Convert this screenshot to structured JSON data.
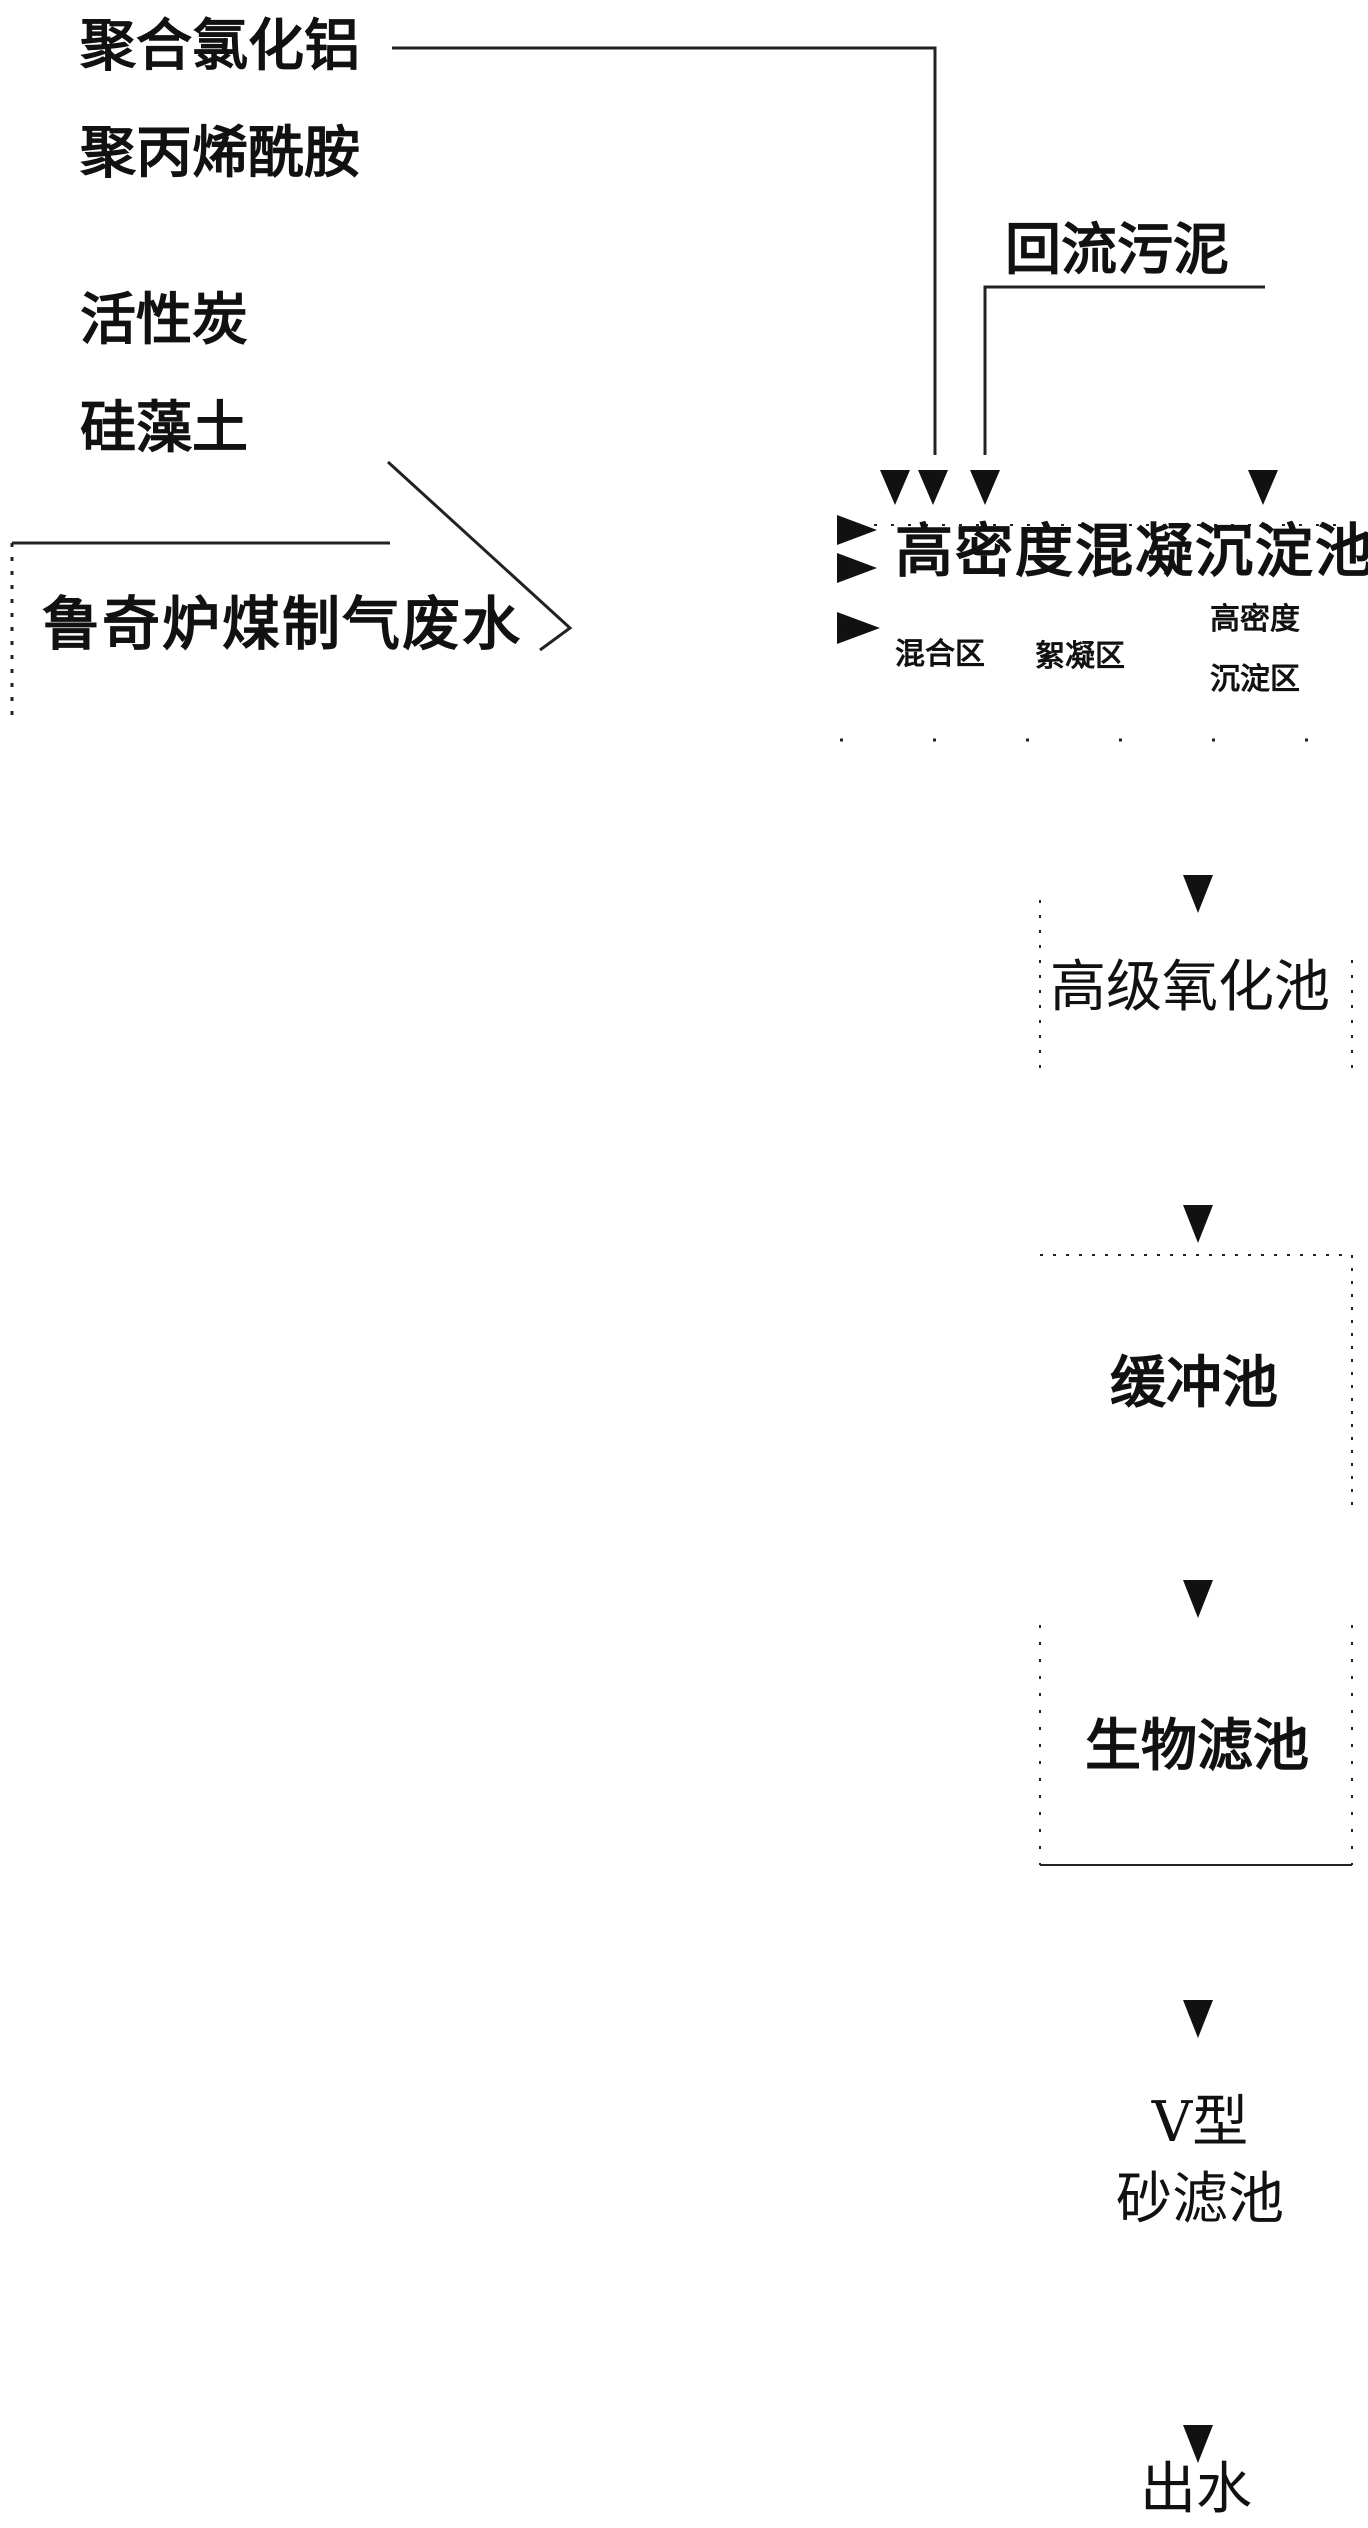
{
  "chemicals": {
    "pac": "聚合氯化铝",
    "pam": "聚丙烯酰胺",
    "activated_carbon": "活性炭",
    "diatomite": "硅藻土"
  },
  "influent": "鲁奇炉煤制气废水",
  "return_sludge": "回流污泥",
  "hdcs": {
    "title": "高密度混凝沉淀池",
    "zones": {
      "mixing": "混合区",
      "flocculation": "絮凝区",
      "settling_line1": "高密度",
      "settling_line2": "沉淀区"
    }
  },
  "units": {
    "advanced_oxidation": "高级氧化池",
    "buffer": "缓冲池",
    "biofilter": "生物滤池",
    "v_filter_line1": "V型",
    "v_filter_line2": "砂滤池"
  },
  "effluent": "出水"
}
